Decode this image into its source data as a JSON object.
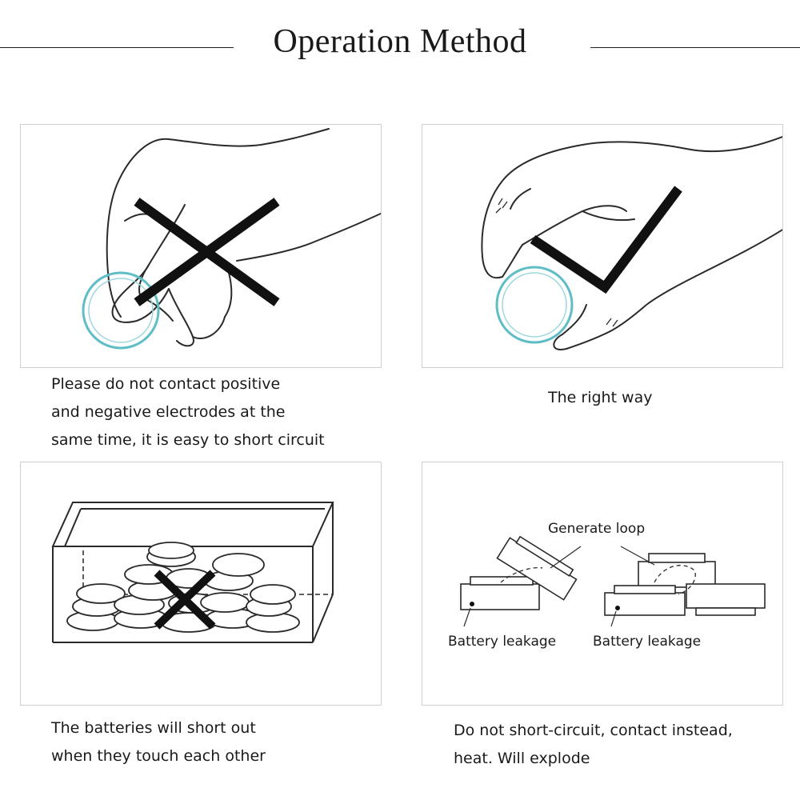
{
  "title": "Operation Method",
  "colors": {
    "battery_outline": "#5fbdc6",
    "mark": "#111111",
    "panel_border": "#cfcfcf"
  },
  "panels": {
    "wrong_grip": {
      "icon": "cross-mark-icon",
      "caption_lines": [
        "Please do not contact positive",
        "and negative electrodes at the",
        "same time, it is easy to short circuit"
      ]
    },
    "right_grip": {
      "icon": "check-mark-icon",
      "caption_lines": [
        "The right way"
      ]
    },
    "pile": {
      "icon": "cross-mark-icon",
      "caption_lines": [
        "The batteries will short out",
        "when they touch each other"
      ]
    },
    "loop": {
      "generate_label": "Generate loop",
      "leak_label_left": "Battery leakage",
      "leak_label_right": "Battery leakage",
      "caption_lines": [
        "Do not short-circuit, contact instead,",
        "heat. Will explode"
      ]
    }
  }
}
